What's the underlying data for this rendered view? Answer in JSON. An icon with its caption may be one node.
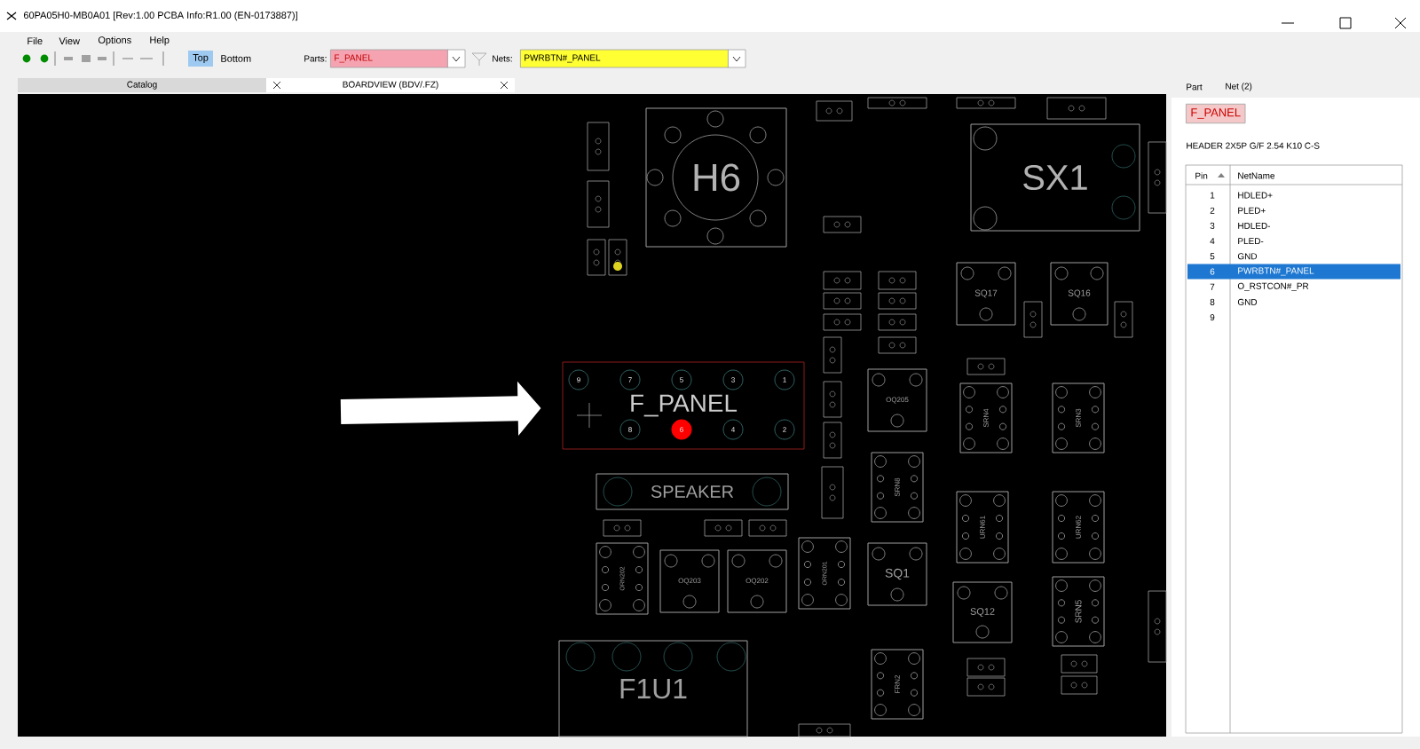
{
  "diagram": {
    "title": "60PA05H0-MB0A01 [Rev:1.00 PCBA Info:R1.00 (EN-0173887)]",
    "nodes": [
      {
        "text": [
          "H6"
        ]
      },
      {
        "text": [
          "SX1"
        ]
      },
      {
        "text": [
          "SQ17"
        ]
      },
      {
        "text": [
          "SQ16"
        ]
      },
      {
        "text": [
          "F_PANEL"
        ]
      },
      {
        "text": [
          "9"
        ],
        "in": 4
      },
      {
        "text": [
          "7"
        ],
        "in": 4
      },
      {
        "text": [
          "5"
        ],
        "in": 4
      },
      {
        "text": [
          "3"
        ],
        "in": 4
      },
      {
        "text": [
          "1"
        ],
        "in": 4
      },
      {
        "text": [
          "8"
        ],
        "in": 4
      },
      {
        "text": [
          "6"
        ],
        "in": 4
      },
      {
        "text": [
          "4"
        ],
        "in": 4
      },
      {
        "text": [
          "2"
        ],
        "in": 4
      },
      {
        "text": [
          "OQ205"
        ]
      },
      {
        "text": [
          "SRN4"
        ]
      },
      {
        "text": [
          "SRN3"
        ]
      },
      {
        "text": [
          "SPEAKER"
        ]
      },
      {
        "text": [
          "SRN8"
        ]
      },
      {
        "text": [
          "URN61"
        ]
      },
      {
        "text": [
          "URN62"
        ]
      },
      {
        "text": [
          "ORN202"
        ]
      },
      {
        "text": [
          "OQ203"
        ]
      },
      {
        "text": [
          "OQ202"
        ]
      },
      {
        "text": [
          "ORN201"
        ]
      },
      {
        "text": [
          "SQ1"
        ]
      },
      {
        "text": [
          "SQ12"
        ]
      },
      {
        "text": [
          "SRN5"
        ]
      },
      {
        "text": [
          "FRN2"
        ]
      },
      {
        "text": [
          "F1U1"
        ]
      }
    ],
    "edges": [
      {
        "from": null,
        "to": 4,
        "arrow": "to"
      }
    ],
    "labels": [
      "File",
      "View",
      "Options",
      "Help",
      "Top",
      "Bottom",
      "Parts:",
      "F_PANEL",
      "Nets:",
      "PWRBTN#_PANEL",
      "Catalog",
      "BOARDVIEW (BDV/.FZ)",
      "Part",
      "Net (2)",
      "F_PANEL",
      "HEADER 2X5P G/F 2.54 K10 C-S",
      "Pin",
      "NetName",
      "1",
      "HDLED+",
      "2",
      "PLED+",
      "3",
      "HDLED-",
      "4",
      "PLED-",
      "5",
      "GND",
      "6",
      "PWRBTN#_PANEL",
      "7",
      "O_RSTCON#_PR",
      "8",
      "GND",
      "9"
    ]
  }
}
